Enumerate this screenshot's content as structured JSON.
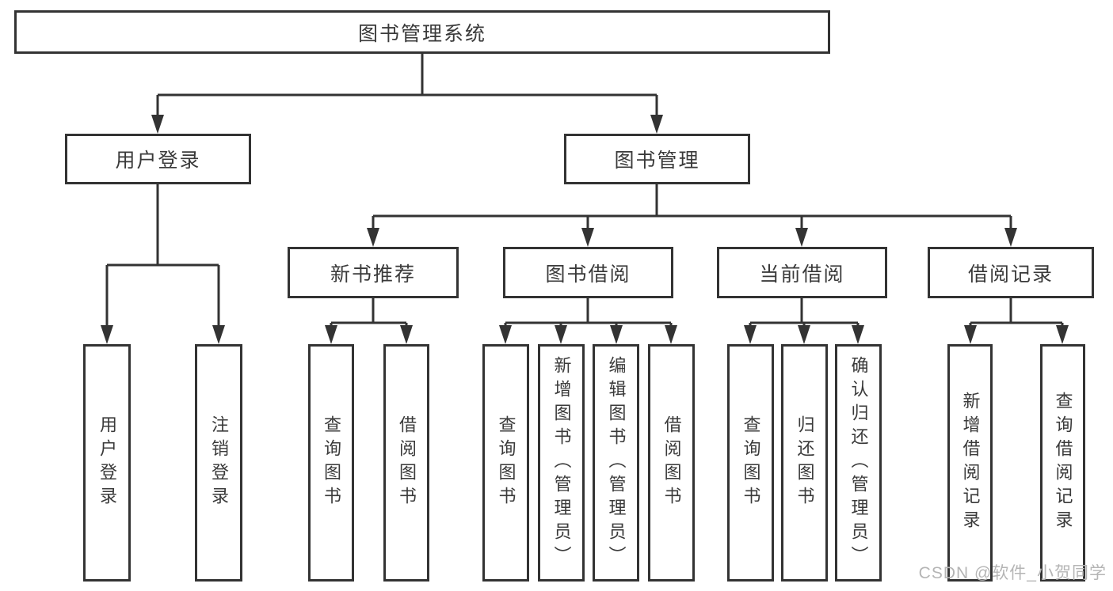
{
  "diagram": {
    "root": {
      "label": "图书管理系统"
    },
    "level2": {
      "user_login": {
        "label": "用户登录"
      },
      "book_management": {
        "label": "图书管理"
      }
    },
    "level3": {
      "new_books": {
        "label": "新书推荐"
      },
      "book_borrowing": {
        "label": "图书借阅"
      },
      "current_borrowing": {
        "label": "当前借阅"
      },
      "borrow_records": {
        "label": "借阅记录"
      }
    },
    "leaves": {
      "user_login": {
        "label": "用户登录"
      },
      "logout": {
        "label": "注销登录"
      },
      "nb_query": {
        "label": "查询图书"
      },
      "nb_borrow": {
        "label": "借阅图书"
      },
      "bb_query": {
        "label": "查询图书"
      },
      "bb_add": {
        "label": "新增图书（管理员）"
      },
      "bb_edit": {
        "label": "编辑图书（管理员）"
      },
      "bb_borrow": {
        "label": "借阅图书"
      },
      "cb_query": {
        "label": "查询图书"
      },
      "cb_return": {
        "label": "归还图书"
      },
      "cb_confirm": {
        "label": "确认归还（管理员）"
      },
      "br_add": {
        "label": "新增借阅记录"
      },
      "br_query": {
        "label": "查询借阅记录"
      }
    }
  },
  "watermark": {
    "text": "CSDN @软件_小贺同学"
  },
  "colors": {
    "line": "#333333",
    "box_border": "#333333",
    "text": "#3a3a3a",
    "watermark": "#b5b5b5",
    "background": "#ffffff"
  }
}
